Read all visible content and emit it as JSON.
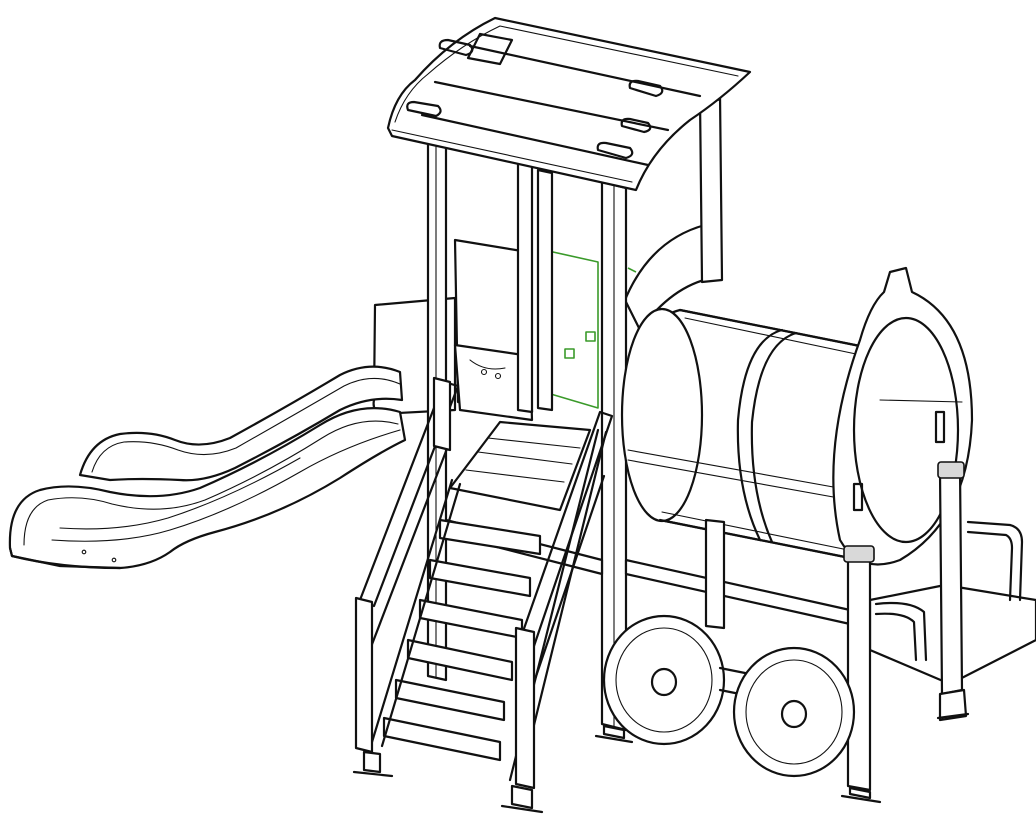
{
  "colors": {
    "background": "#ffffff",
    "line": "#111111",
    "accent_panel": "#3a9a2a",
    "post_caps": "#d9d9d9"
  },
  "components": [
    "roof-canopy",
    "tower-frame",
    "green-climbing-panel",
    "wavy-slide",
    "access-stairs",
    "stair-handrails",
    "tunnel-barrel",
    "round-end-panel",
    "wheel-front",
    "wheel-rear",
    "rear-platform",
    "rear-guard-rail",
    "post-feet"
  ]
}
